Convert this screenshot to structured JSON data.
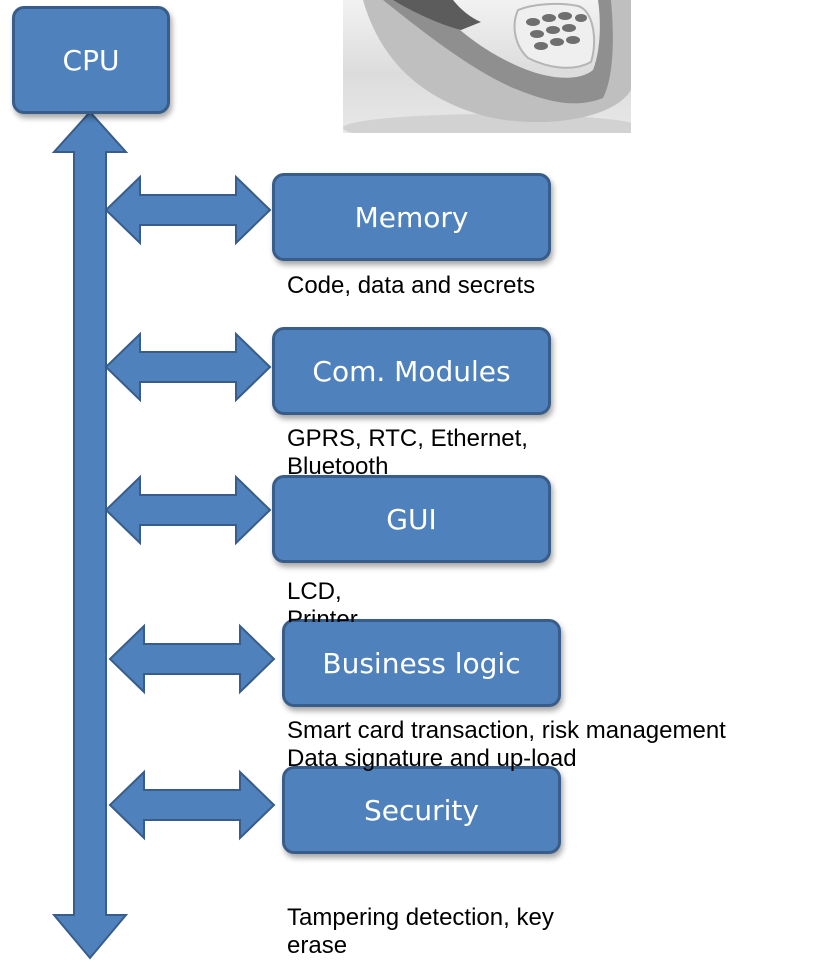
{
  "cpu": {
    "label": "CPU"
  },
  "modules": [
    {
      "label": "Memory",
      "caption_lines": [
        "Code, data and secrets"
      ]
    },
    {
      "label": "Com. Modules",
      "caption_lines": [
        "GPRS, RTC, Ethernet,",
        "Bluetooth"
      ]
    },
    {
      "label": "GUI",
      "caption_lines": [
        "LCD,",
        "Printer"
      ]
    },
    {
      "label": "Business logic",
      "caption_lines": [
        "Smart card transaction, risk management",
        "Data signature and up-load"
      ]
    },
    {
      "label": "Security",
      "caption_lines": [
        "Tampering detection, key",
        "erase"
      ]
    }
  ],
  "colors": {
    "box_fill": "#4f81bd",
    "box_border": "#385d8a",
    "arrow_fill": "#4f81bd",
    "arrow_stroke": "#385d8a"
  },
  "image": {
    "subject": "payment-terminal"
  }
}
